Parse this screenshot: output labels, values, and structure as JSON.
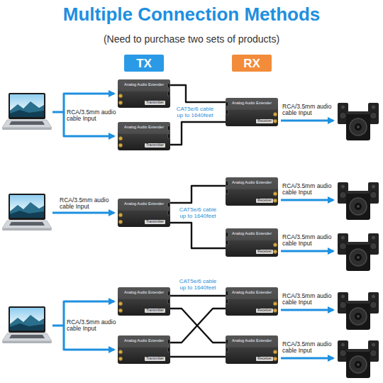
{
  "diagram": {
    "title": "Multiple Connection Methods",
    "nodes": [
      {
        "text": [
          "TX"
        ]
      },
      {
        "text": [
          "RX"
        ]
      },
      {
        "text": [
          "Analog Audio Extender",
          "Transmitter"
        ]
      },
      {
        "text": [
          "Analog Audio Extender",
          "Transmitter"
        ]
      },
      {
        "text": [
          "Analog Audio Extender",
          "Receiver"
        ]
      },
      {
        "text": [
          "Analog Audio Extender",
          "Transmitter"
        ]
      },
      {
        "text": [
          "Analog Audio Extender",
          "Receiver"
        ]
      },
      {
        "text": [
          "Analog Audio Extender",
          "Receiver"
        ]
      },
      {
        "text": [
          "Analog Audio Extender",
          "Transmitter"
        ]
      },
      {
        "text": [
          "Analog Audio Extender",
          "Transmitter"
        ]
      },
      {
        "text": [
          "Analog Audio Extender",
          "Receiver"
        ]
      },
      {
        "text": [
          "Analog Audio Extender",
          "Receiver"
        ]
      }
    ],
    "edges": [
      {
        "from": 2,
        "to": 4,
        "arrow": "none",
        "label": "CAT5e/6 cable up to 1640feet"
      },
      {
        "from": 3,
        "to": 4,
        "arrow": "none"
      },
      {
        "from": 5,
        "to": 6,
        "arrow": "none",
        "label": "CAT5e/6 cable up to 1640feet"
      },
      {
        "from": 5,
        "to": 7,
        "arrow": "none"
      },
      {
        "from": 8,
        "to": 10,
        "arrow": "none",
        "label": "CAT5e/6 cable up to 1640feet"
      },
      {
        "from": 8,
        "to": 11,
        "arrow": "none"
      },
      {
        "from": 9,
        "to": 10,
        "arrow": "none"
      },
      {
        "from": 9,
        "to": 11,
        "arrow": "none"
      }
    ],
    "labels": [
      "(Need to purchase two sets of products)",
      "RCA/3.5mm audio cable Input",
      "RCA/3.5mm audio cable Input",
      "RCA/3.5mm audio cable Input",
      "RCA/3.5mm audio cable Input",
      "RCA/3.5mm audio cable Input",
      "RCA/3.5mm audio cable Input",
      "RCA/3.5mm audio cable Input",
      "RCA/3.5mm audio cable Input"
    ]
  }
}
